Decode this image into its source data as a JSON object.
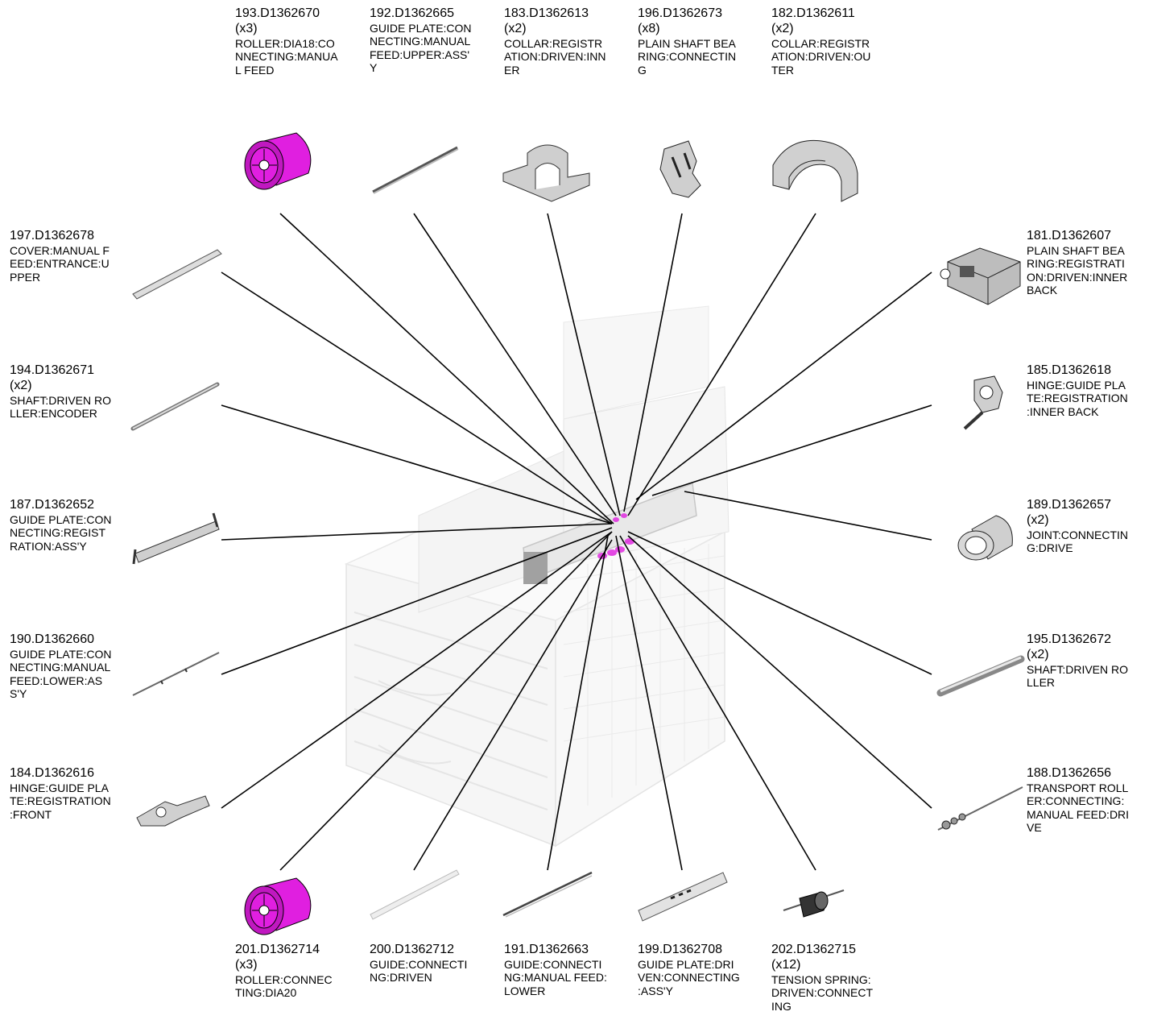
{
  "colors": {
    "accent_part": "#e01fe0",
    "line": "#000000",
    "part_gray": "#c8c8c8"
  },
  "callouts": [
    {
      "id": "p193",
      "number": "193.D1362670",
      "qty": "(x3)",
      "desc": "ROLLER:DIA18:CO\nNNECTING:MANUA\nL FEED",
      "icon": "roller-magenta-icon"
    },
    {
      "id": "p192",
      "number": "192.D1362665",
      "qty": "",
      "desc": "GUIDE PLATE:CON\nNECTING:MANUAL\n FEED:UPPER:ASS'\nY",
      "icon": "guide-plate-icon"
    },
    {
      "id": "p183",
      "number": "183.D1362613",
      "qty": "(x2)",
      "desc": "COLLAR:REGISTR\nATION:DRIVEN:INN\nER",
      "icon": "collar-inner-icon"
    },
    {
      "id": "p196",
      "number": "196.D1362673",
      "qty": "(x8)",
      "desc": "PLAIN SHAFT BEA\nRING:CONNECTIN\nG",
      "icon": "bearing-clip-icon"
    },
    {
      "id": "p182",
      "number": "182.D1362611",
      "qty": "(x2)",
      "desc": "COLLAR:REGISTR\nATION:DRIVEN:OU\nTER",
      "icon": "collar-outer-icon"
    },
    {
      "id": "p197",
      "number": "197.D1362678",
      "qty": "",
      "desc": "COVER:MANUAL F\nEED:ENTRANCE:U\nPPER",
      "icon": "cover-rod-icon"
    },
    {
      "id": "p194",
      "number": "194.D1362671",
      "qty": "(x2)",
      "desc": "SHAFT:DRIVEN RO\nLLER:ENCODER",
      "icon": "shaft-icon"
    },
    {
      "id": "p187",
      "number": "187.D1362652",
      "qty": "",
      "desc": "GUIDE PLATE:CON\nNECTING:REGIST\nRATION:ASS'Y",
      "icon": "guide-plate-bracket-icon"
    },
    {
      "id": "p190",
      "number": "190.D1362660",
      "qty": "",
      "desc": "GUIDE PLATE:CON\nNECTING:MANUAL\n FEED:LOWER:AS\nS'Y",
      "icon": "thin-guide-icon"
    },
    {
      "id": "p184",
      "number": "184.D1362616",
      "qty": "",
      "desc": "HINGE:GUIDE PLA\nTE:REGISTRATION\n:FRONT",
      "icon": "hinge-front-icon"
    },
    {
      "id": "p181",
      "number": "181.D1362607",
      "qty": "",
      "desc": "PLAIN SHAFT BEA\nRING:REGISTRATI\nON:DRIVEN:INNER\n BACK",
      "icon": "bearing-block-icon"
    },
    {
      "id": "p185",
      "number": "185.D1362618",
      "qty": "",
      "desc": "HINGE:GUIDE PLA\nTE:REGISTRATION\n:INNER BACK",
      "icon": "hinge-back-icon"
    },
    {
      "id": "p189",
      "number": "189.D1362657",
      "qty": "(x2)",
      "desc": "JOINT:CONNECTIN\nG:DRIVE",
      "icon": "joint-icon"
    },
    {
      "id": "p195",
      "number": "195.D1362672",
      "qty": "(x2)",
      "desc": "SHAFT:DRIVEN RO\nLLER",
      "icon": "shaft-thick-icon"
    },
    {
      "id": "p188",
      "number": "188.D1362656",
      "qty": "",
      "desc": "TRANSPORT ROLL\nER:CONNECTING:\nMANUAL FEED:DRI\nVE",
      "icon": "transport-roller-icon"
    },
    {
      "id": "p201",
      "number": "201.D1362714",
      "qty": "(x3)",
      "desc": "ROLLER:CONNEC\nTING:DIA20",
      "icon": "roller-magenta-icon"
    },
    {
      "id": "p200",
      "number": "200.D1362712",
      "qty": "",
      "desc": "GUIDE:CONNECTI\nNG:DRIVEN",
      "icon": "flat-guide-icon"
    },
    {
      "id": "p191",
      "number": "191.D1362663",
      "qty": "",
      "desc": "GUIDE:CONNECTI\nNG:MANUAL FEED:\nLOWER",
      "icon": "blade-guide-icon"
    },
    {
      "id": "p199",
      "number": "199.D1362708",
      "qty": "",
      "desc": "GUIDE PLATE:DRI\nVEN:CONNECTING\n:ASS'Y",
      "icon": "guide-plate-assy-icon"
    },
    {
      "id": "p202",
      "number": "202.D1362715",
      "qty": "(x12)",
      "desc": "TENSION SPRING:\nDRIVEN:CONNECT\nING",
      "icon": "spring-icon"
    }
  ]
}
